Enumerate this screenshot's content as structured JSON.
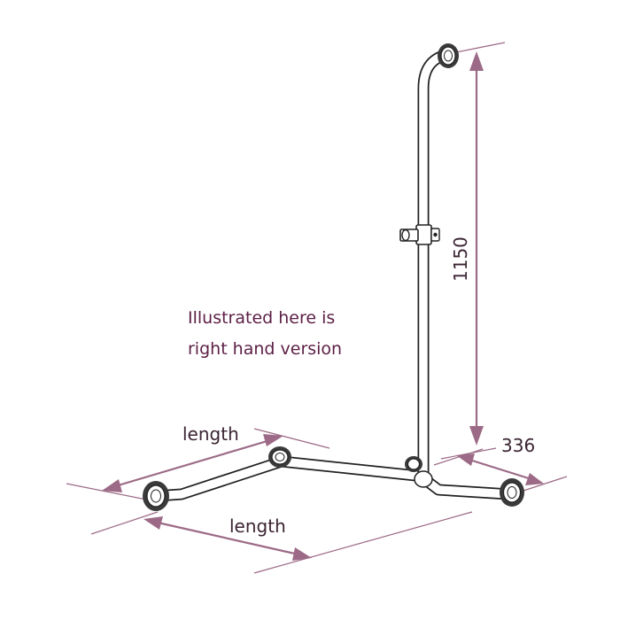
{
  "note": {
    "line1": "Illustrated here is",
    "line2": "right hand version"
  },
  "dimensions": {
    "vertical_height": "1150",
    "depth": "336",
    "upper_length": "length",
    "lower_length": "length"
  },
  "colors": {
    "dimension": "#9c6a86",
    "note_text": "#5c1f45",
    "rail": "#222222"
  }
}
